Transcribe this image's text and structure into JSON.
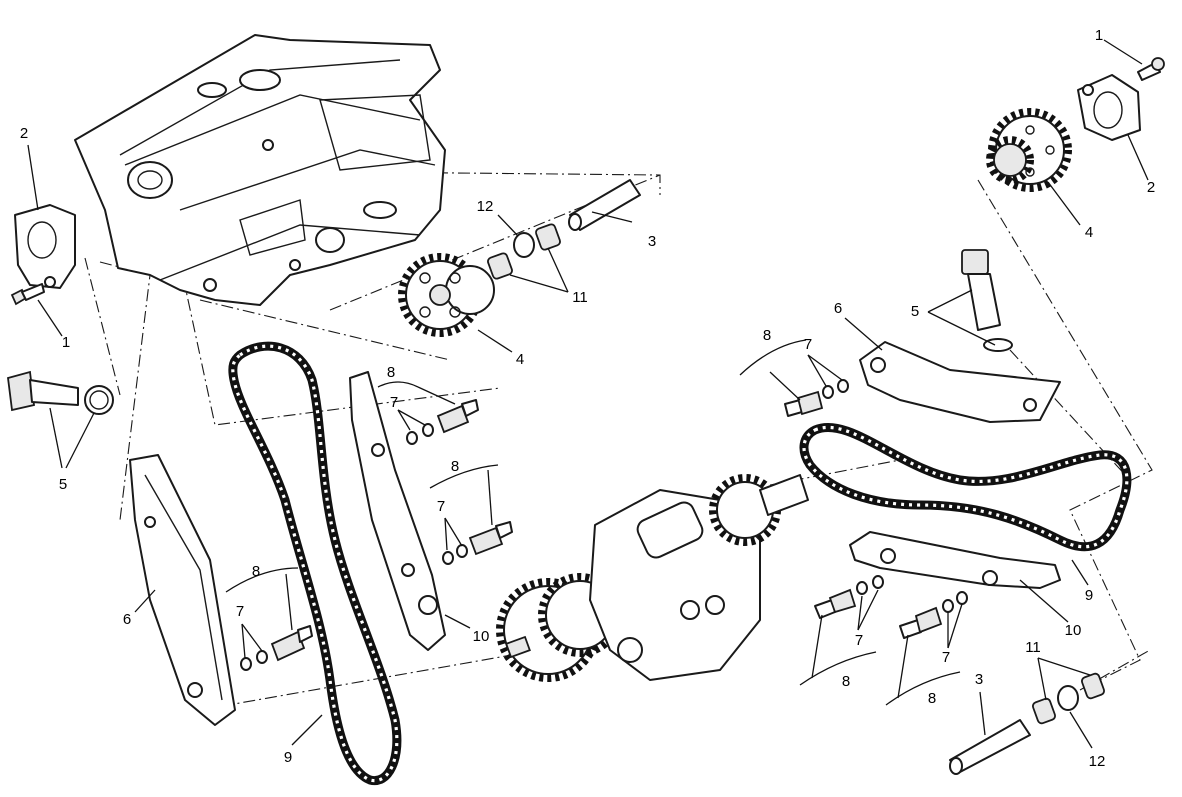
{
  "callouts": [
    {
      "id": "c1a",
      "label": "1"
    },
    {
      "id": "c2a",
      "label": "2"
    },
    {
      "id": "c3a",
      "label": "3"
    },
    {
      "id": "c4a",
      "label": "4"
    },
    {
      "id": "c5a",
      "label": "5"
    },
    {
      "id": "c6a",
      "label": "6"
    },
    {
      "id": "c7a",
      "label": "7"
    },
    {
      "id": "c7b",
      "label": "7"
    },
    {
      "id": "c7c",
      "label": "7"
    },
    {
      "id": "c8a",
      "label": "8"
    },
    {
      "id": "c8b",
      "label": "8"
    },
    {
      "id": "c8c",
      "label": "8"
    },
    {
      "id": "c9a",
      "label": "9"
    },
    {
      "id": "c10a",
      "label": "10"
    },
    {
      "id": "c11a",
      "label": "11"
    },
    {
      "id": "c12a",
      "label": "12"
    },
    {
      "id": "c1b",
      "label": "1"
    },
    {
      "id": "c2b",
      "label": "2"
    },
    {
      "id": "c4b",
      "label": "4"
    },
    {
      "id": "c5b",
      "label": "5"
    },
    {
      "id": "c6b",
      "label": "6"
    },
    {
      "id": "c7d",
      "label": "7"
    },
    {
      "id": "c8d",
      "label": "8"
    },
    {
      "id": "c9b",
      "label": "9"
    },
    {
      "id": "c10b",
      "label": "10"
    },
    {
      "id": "c7e",
      "label": "7"
    },
    {
      "id": "c7f",
      "label": "7"
    },
    {
      "id": "c8e",
      "label": "8"
    },
    {
      "id": "c8f",
      "label": "8"
    },
    {
      "id": "c3b",
      "label": "3"
    },
    {
      "id": "c11b",
      "label": "11"
    },
    {
      "id": "c12b",
      "label": "12"
    }
  ]
}
